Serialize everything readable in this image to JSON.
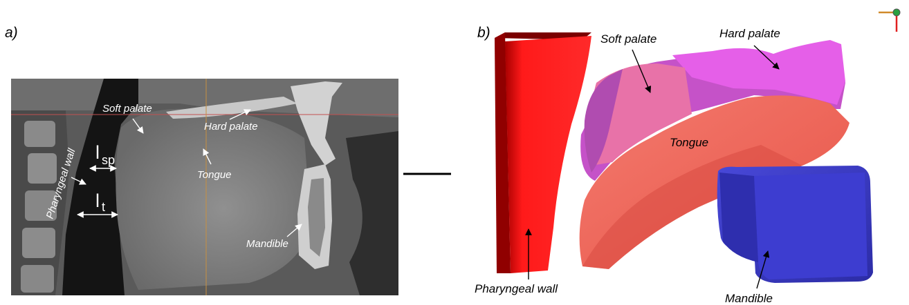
{
  "panel_a": {
    "label": "a)",
    "annotations": {
      "soft_palate": "Soft palate",
      "hard_palate": "Hard palate",
      "tongue": "Tongue",
      "pharyngeal_wall": "Pharyngeal wall",
      "mandible": "Mandible"
    },
    "measurements": {
      "l_sp_main": "l",
      "l_sp_sub": "sp",
      "l_t_main": "l",
      "l_t_sub": "t"
    }
  },
  "panel_b": {
    "label": "b)",
    "annotations": {
      "soft_palate": "Soft palate",
      "hard_palate": "Hard palate",
      "tongue": "Tongue",
      "pharyngeal_wall": "Pharyngeal wall",
      "mandible": "Mandible"
    }
  },
  "colors": {
    "pharyngeal_wall": "#ee1111",
    "soft_palate": "#e0609a",
    "hard_palate": "#e055e8",
    "tongue": "#ee6655",
    "mandible": "#3a3ac8"
  }
}
